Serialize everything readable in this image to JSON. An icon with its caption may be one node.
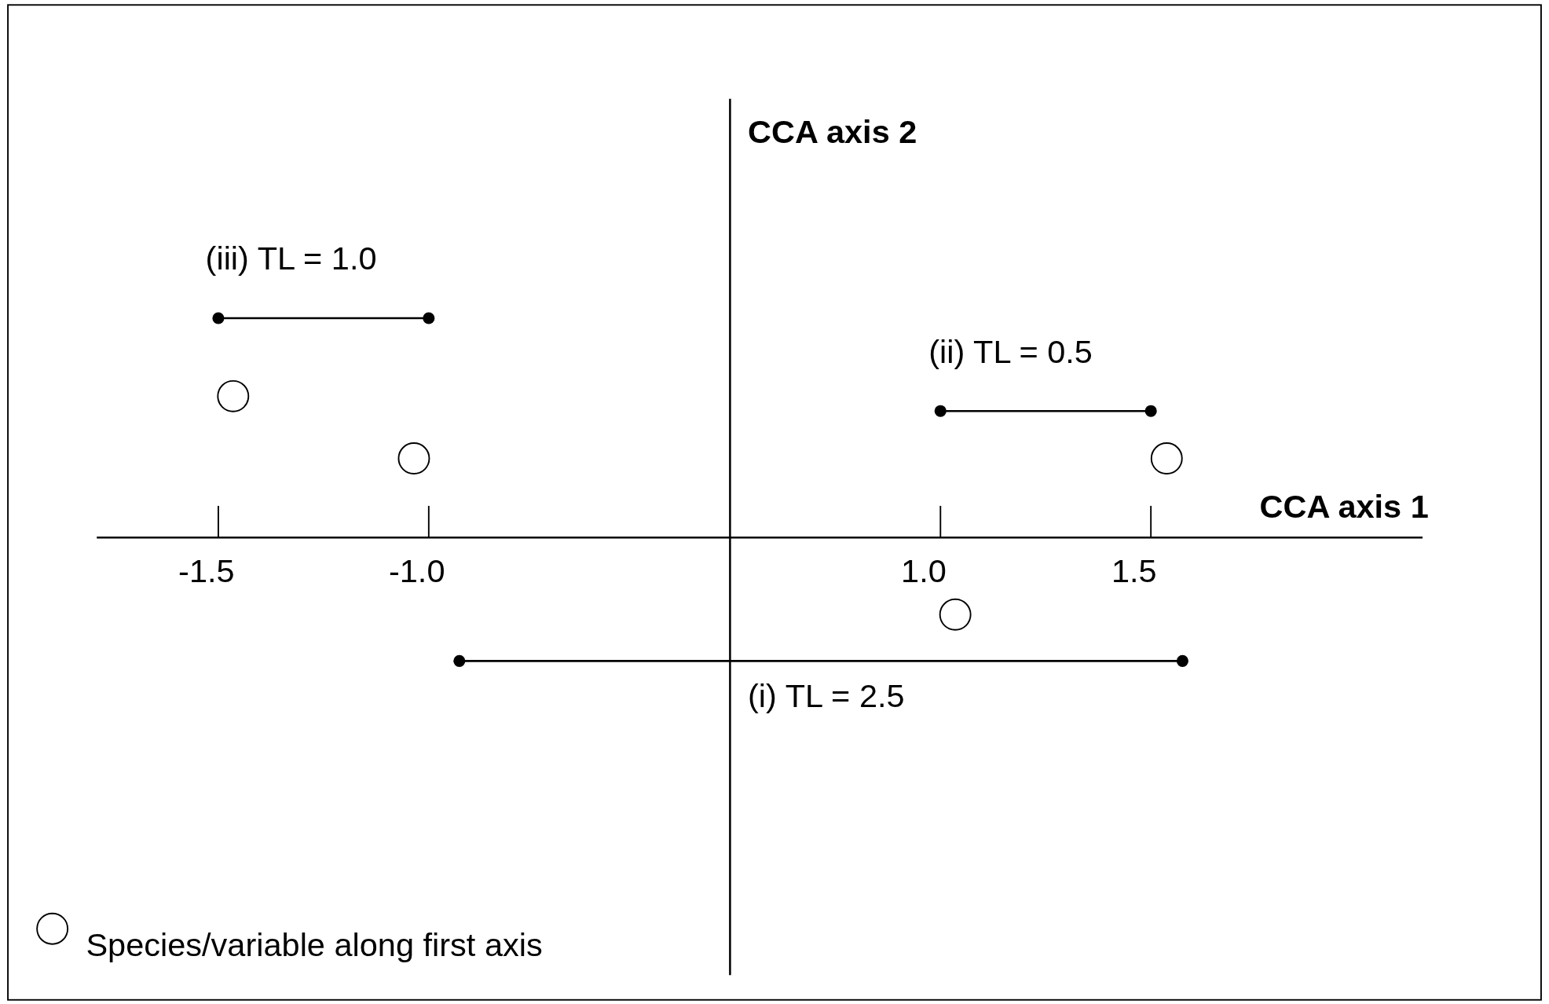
{
  "diagram": {
    "labels": [
      "CCA axis 2",
      "(iii) TL = 1.0",
      "(ii) TL = 0.5",
      "CCA axis 1",
      "-1.5",
      "-1.0",
      "1.0",
      "1.5",
      "(i) TL = 2.5"
    ],
    "legend": [
      {
        "text": "Species/variable along first axis"
      }
    ]
  }
}
